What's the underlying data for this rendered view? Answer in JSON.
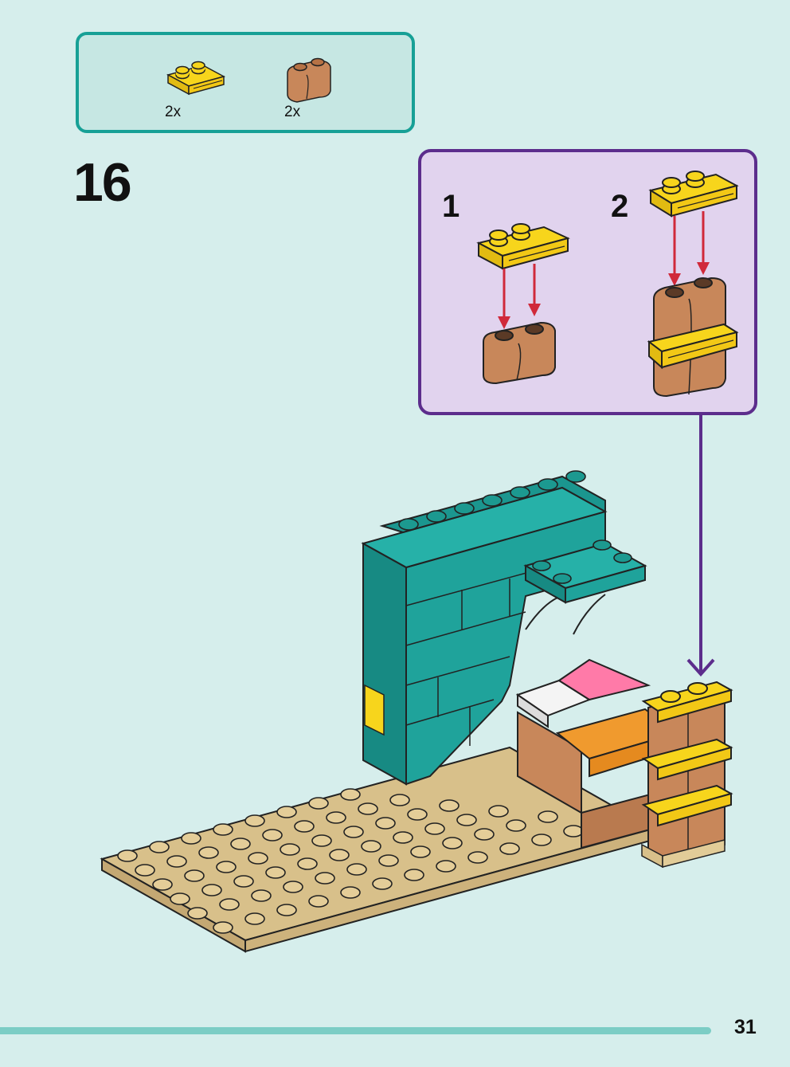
{
  "parts_list": {
    "items": [
      {
        "name": "yellow-1x2-plate-with-rail",
        "color": "#f7d51c",
        "quantity": "2x"
      },
      {
        "name": "brown-1x2-round-brick",
        "color": "#c8875a",
        "quantity": "2x"
      }
    ]
  },
  "step": {
    "number": "16"
  },
  "substeps": [
    {
      "number": "1"
    },
    {
      "number": "2"
    }
  ],
  "colors": {
    "background": "#d6eeec",
    "teal_brick": "#1fa39b",
    "yellow": "#f7d51c",
    "brown": "#c8875a",
    "tan_plate": "#d8c08a",
    "arrow_red": "#d0293a",
    "callout_purple": "#5c2d8c"
  },
  "page": {
    "number": "31"
  }
}
